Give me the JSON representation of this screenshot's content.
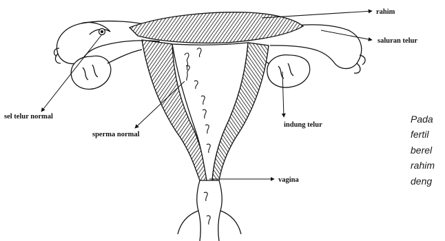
{
  "labels": {
    "uterus": "rahim",
    "fallopian_tube": "saluran telur",
    "normal_egg": "sel telur normal",
    "normal_sperm": "sperma normal",
    "ovary": "indung telur",
    "vagina": "vagina"
  },
  "caption_lines": [
    "Pada",
    "fertil",
    "berel",
    "rahim",
    "deng"
  ],
  "colors": {
    "ink": "#111111",
    "background": "#ffffff"
  }
}
